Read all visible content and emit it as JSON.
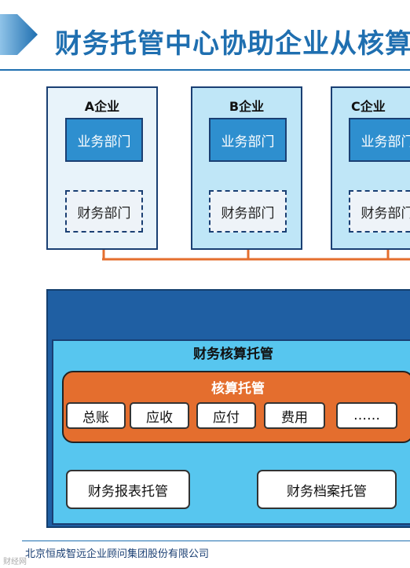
{
  "title": "财务托管中心协助企业从核算",
  "colors": {
    "accent": "#1f6fb0",
    "navy": "#1a3f73",
    "orange": "#e46e2e",
    "light_blue": "#bfe6f7"
  },
  "enterprises": [
    {
      "name": "A企业",
      "business_dept": "业务部门",
      "finance_dept": "财务部门"
    },
    {
      "name": "B企业",
      "business_dept": "业务部门",
      "finance_dept": "财务部门"
    },
    {
      "name": "C企业",
      "business_dept": "业务部门",
      "finance_dept": "财务部门"
    }
  ],
  "center": {
    "panel_title": "财务核算托管",
    "accounting": {
      "title": "核算托管",
      "items": [
        "总账",
        "应收",
        "应付",
        "费用",
        "……"
      ]
    },
    "report_hosting": "财务报表托管",
    "archive_hosting": "财务档案托管"
  },
  "footer": "北京恒成智远企业顾问集团股份有限公司",
  "watermark": "财经网"
}
